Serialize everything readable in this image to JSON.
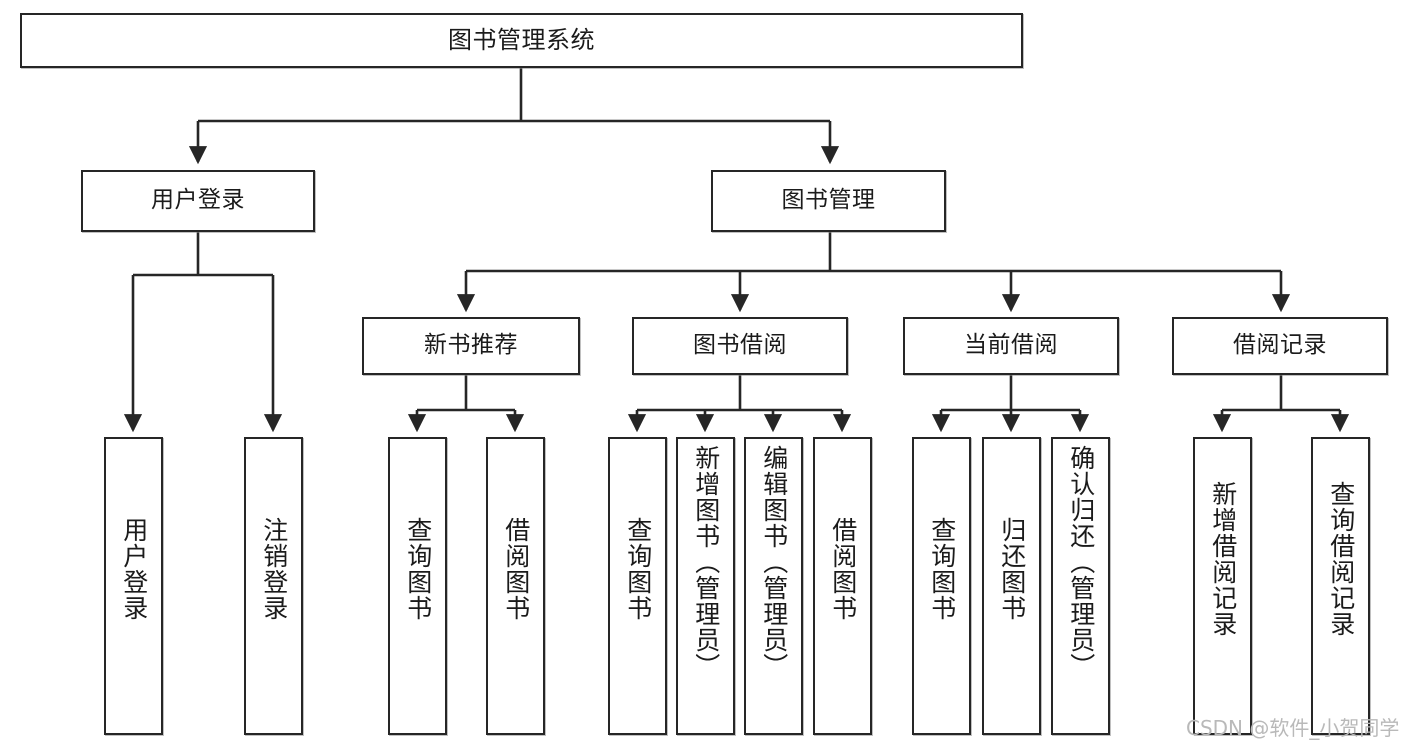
{
  "diagram": {
    "title": "图书管理系统",
    "watermark": "CSDN @软件_小贺同学",
    "line_color": "#262626",
    "box_fill": "#ffffff",
    "text_color": "#1b1b1b",
    "nodes": {
      "root": "图书管理系统",
      "user_login": "用户登录",
      "book_manage": "图书管理",
      "new_book_rec": "新书推荐",
      "book_borrow": "图书借阅",
      "current_borrow": "当前借阅",
      "borrow_record": "借阅记录",
      "leaf_user_login": "用户登录",
      "leaf_logout_login": "注销登录",
      "leaf_query_book_1": "查询图书",
      "leaf_borrow_book_1": "借阅图书",
      "leaf_query_book_2": "查询图书",
      "leaf_add_book_admin": "新增图书（管理员）",
      "leaf_edit_book_admin": "编辑图书（管理员）",
      "leaf_borrow_book_2": "借阅图书",
      "leaf_query_book_3": "查询图书",
      "leaf_return_book": "归还图书",
      "leaf_confirm_return_admin": "确认归还（管理员）",
      "leaf_add_borrow_record": "新增借阅记录",
      "leaf_query_borrow_record": "查询借阅记录"
    }
  }
}
